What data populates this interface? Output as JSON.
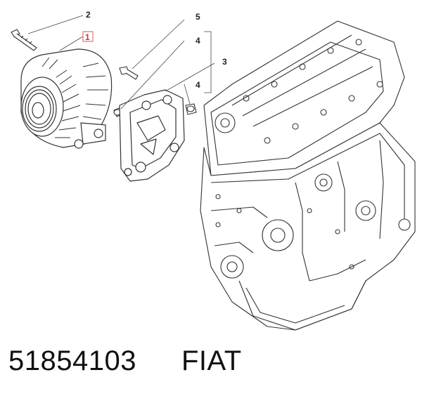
{
  "callouts": {
    "c1": "1",
    "c2": "2",
    "c3": "3",
    "c4a": "4",
    "c4b": "4",
    "c5": "5"
  },
  "highlight_color": "#e57373",
  "footer": {
    "part_number": "51854103",
    "brand": "FIAT"
  }
}
